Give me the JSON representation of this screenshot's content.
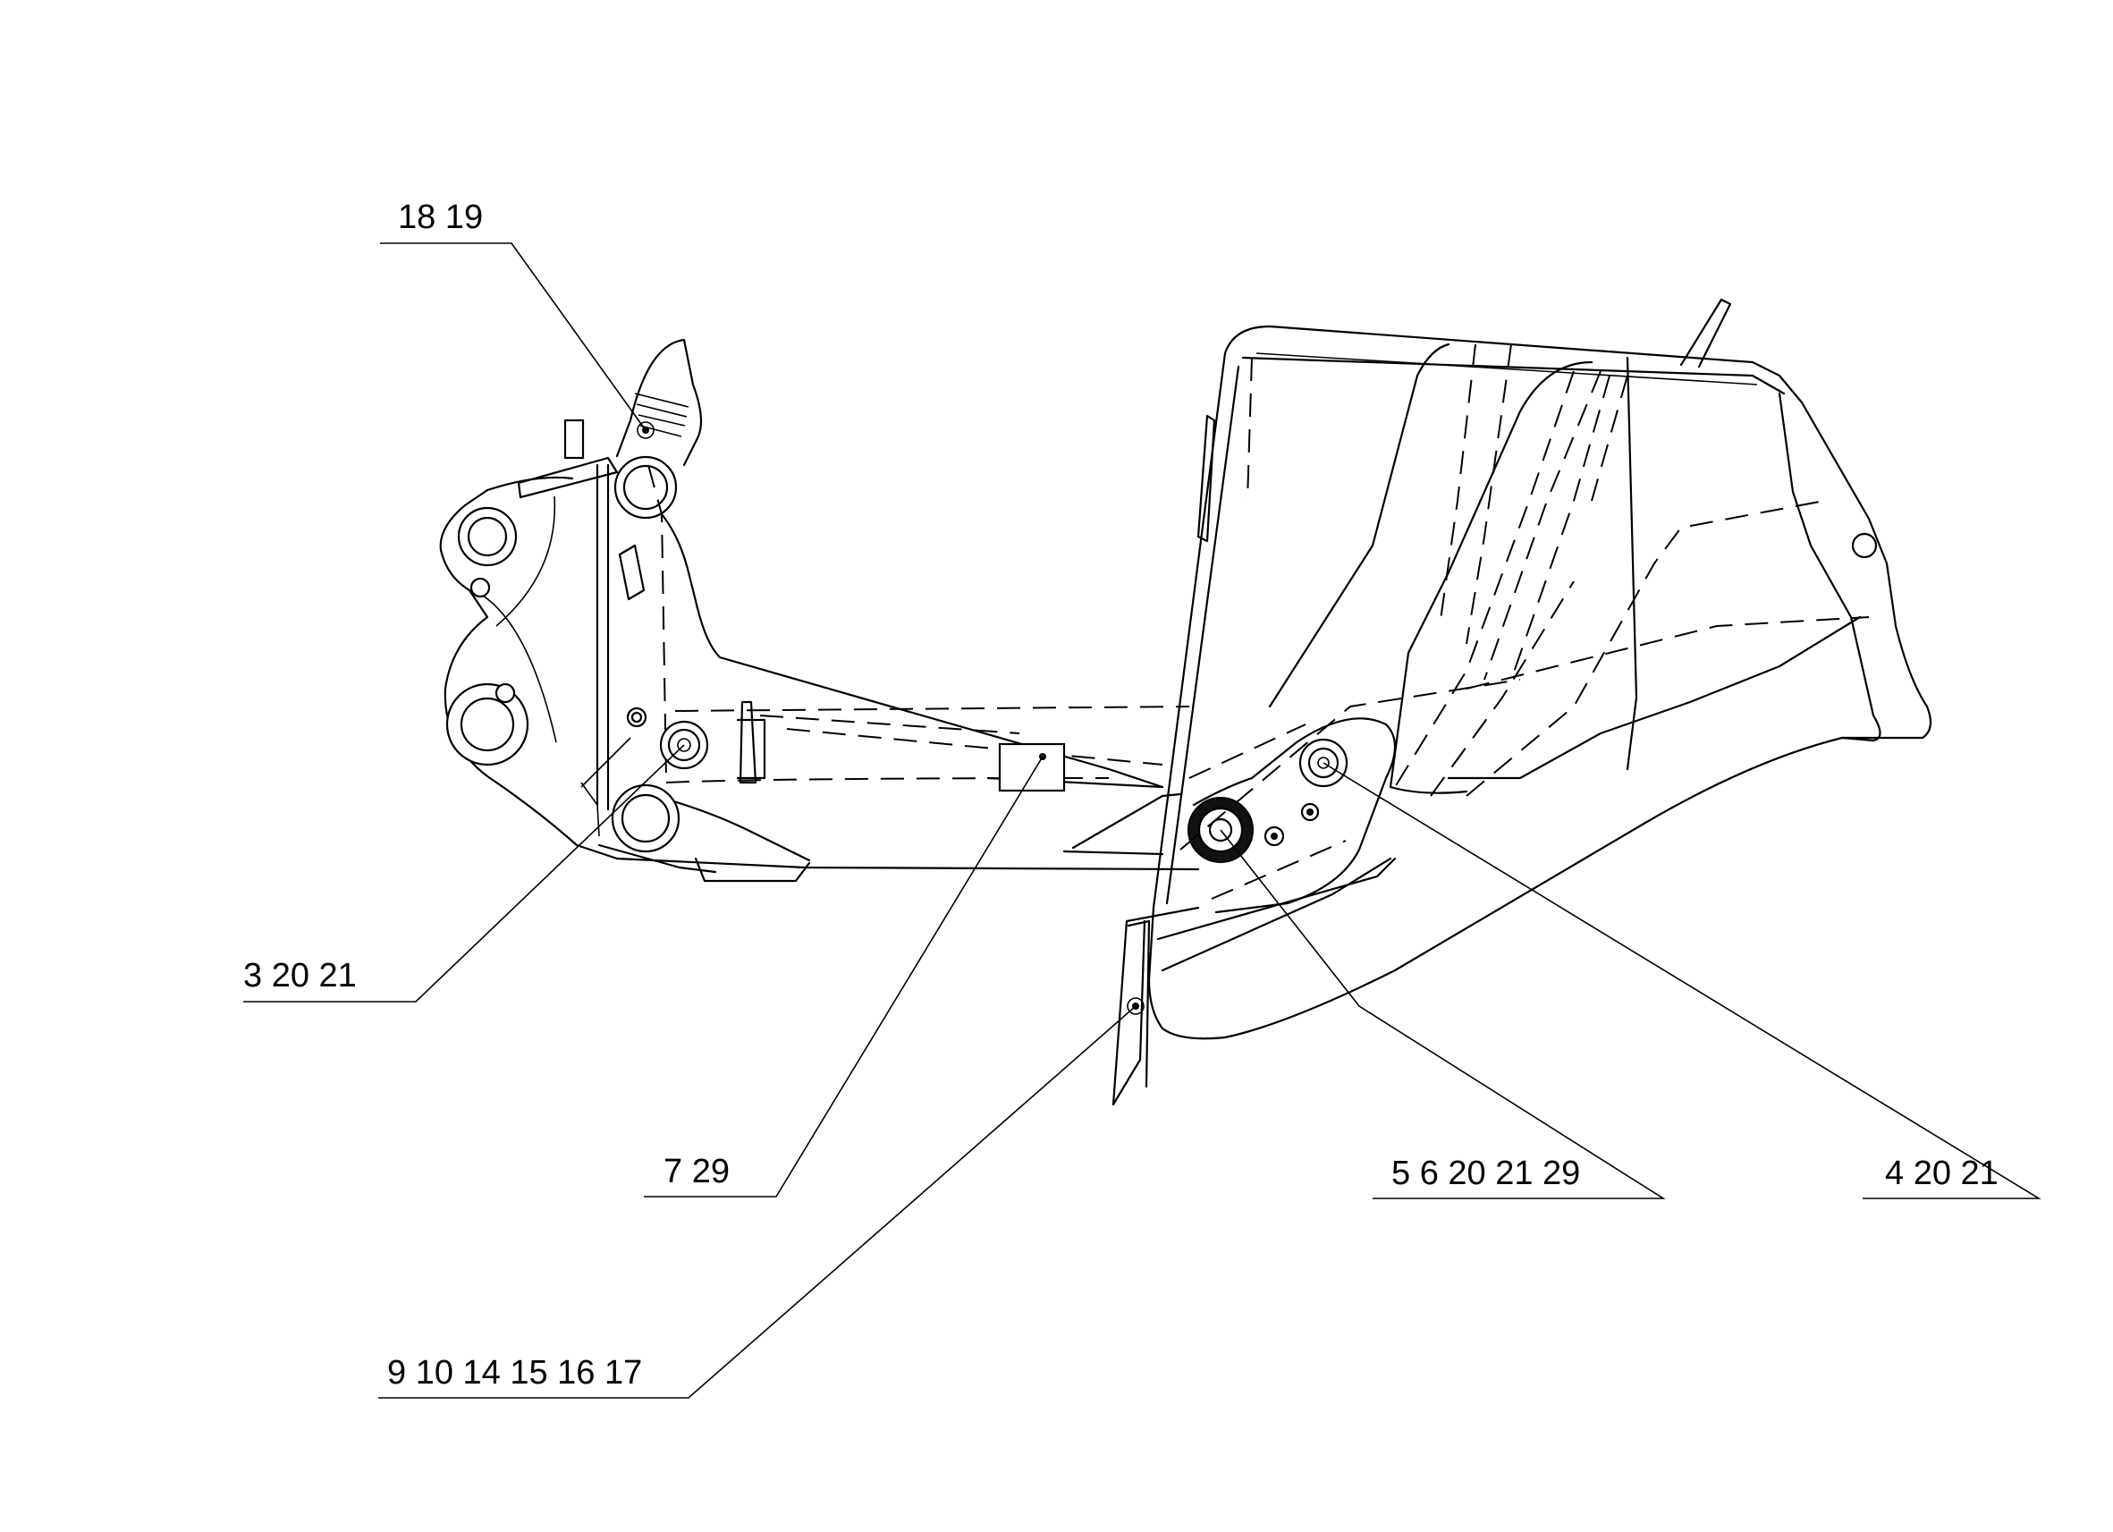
{
  "callouts": [
    {
      "id": "c1",
      "label": "18  19"
    },
    {
      "id": "c2",
      "label": "3   20   21"
    },
    {
      "id": "c3",
      "label": "7    29"
    },
    {
      "id": "c4",
      "label": "9  10  14  15  16  17"
    },
    {
      "id": "c5",
      "label": "5   6   20  21  29"
    },
    {
      "id": "c6",
      "label": "4   20   21"
    }
  ]
}
